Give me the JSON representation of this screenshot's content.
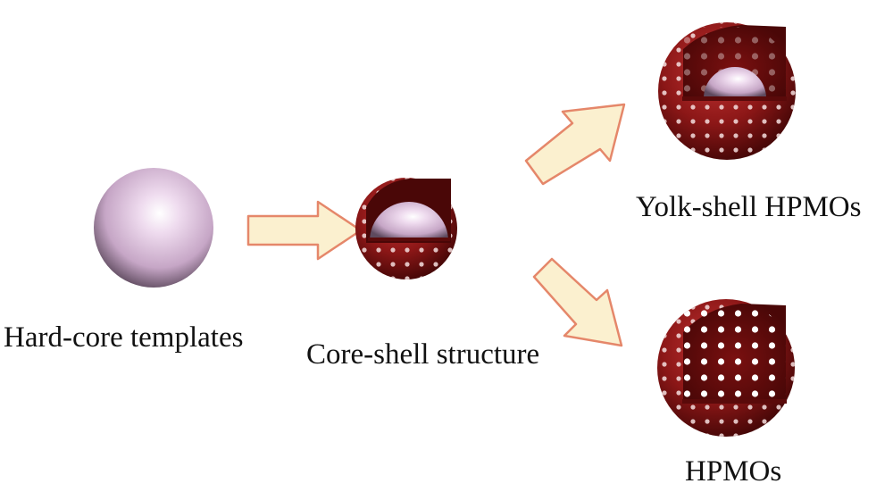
{
  "diagram": {
    "stages": [
      {
        "id": "hard-core",
        "label": "Hard-core templates"
      },
      {
        "id": "core-shell",
        "label": "Core-shell structure"
      },
      {
        "id": "yolk-shell",
        "label": "Yolk-shell HPMOs"
      },
      {
        "id": "hpmos",
        "label": "HPMOs"
      }
    ],
    "arrows": [
      {
        "from": "hard-core",
        "to": "core-shell"
      },
      {
        "from": "core-shell",
        "to": "yolk-shell"
      },
      {
        "from": "core-shell",
        "to": "hpmos"
      }
    ],
    "colors": {
      "core_sphere": "#e8cfe6",
      "shell": "#8c1717",
      "shell_dark": "#4a0707",
      "pore": "#f4dede",
      "arrow_fill": "#fbf0cf",
      "arrow_stroke": "#e5876a"
    }
  }
}
